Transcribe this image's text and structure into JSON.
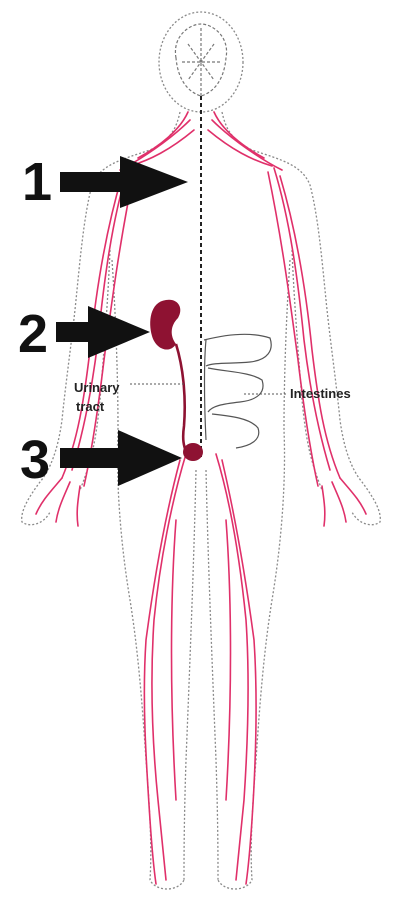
{
  "markers": [
    {
      "number": "1"
    },
    {
      "number": "2"
    },
    {
      "number": "3"
    }
  ],
  "labels": {
    "urinary_tract_line1": "Urinary",
    "urinary_tract_line2": "tract",
    "intestines": "Intestines"
  },
  "colors": {
    "nerve": "#e0306a",
    "organ": "#8e1232",
    "outline": "#888888",
    "arrow": "#111111"
  }
}
